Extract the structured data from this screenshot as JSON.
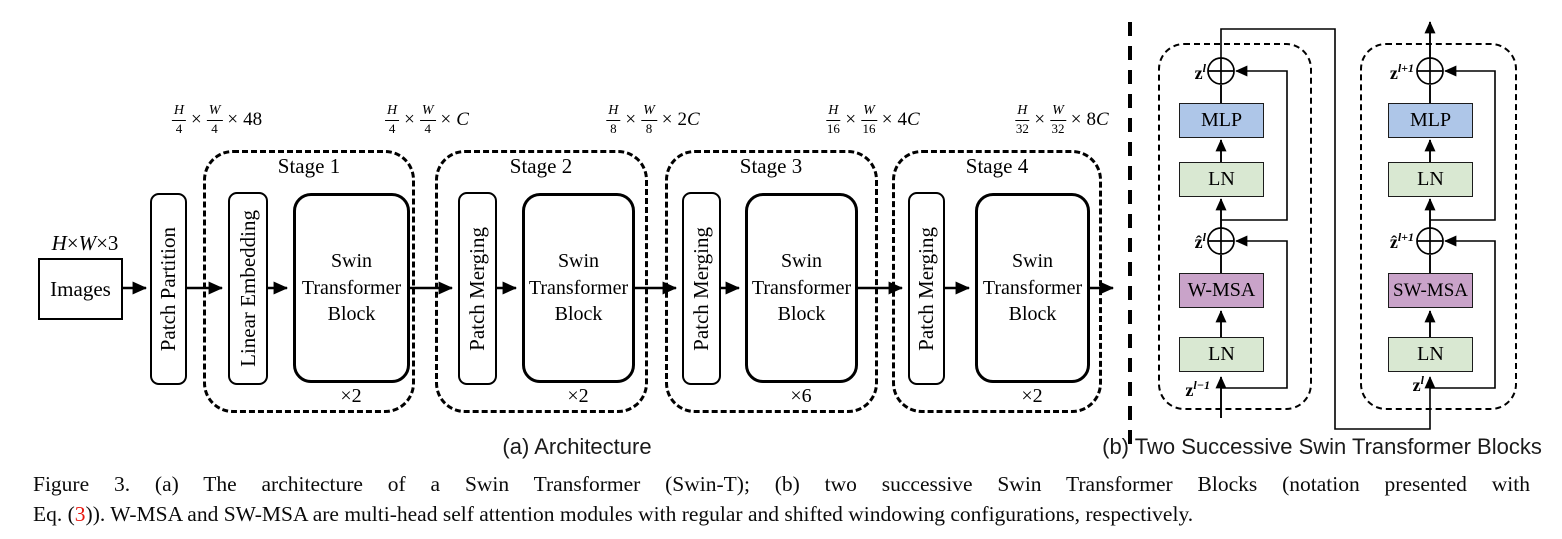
{
  "symbols": {
    "times": "×"
  },
  "architecture": {
    "caption": "(a) Architecture",
    "input_label": {
      "v1": "H",
      "v2": "W",
      "v3": "3"
    },
    "images_label": "Images",
    "patch_partition": "Patch Partition",
    "dim_labels": [
      {
        "num1": "H",
        "den1": "4",
        "num2": "W",
        "den2": "4",
        "suffix_num": "48",
        "suffix_var": ""
      },
      {
        "num1": "H",
        "den1": "4",
        "num2": "W",
        "den2": "4",
        "suffix_num": "",
        "suffix_var": "C"
      },
      {
        "num1": "H",
        "den1": "8",
        "num2": "W",
        "den2": "8",
        "suffix_num": "2",
        "suffix_var": "C"
      },
      {
        "num1": "H",
        "den1": "16",
        "num2": "W",
        "den2": "16",
        "suffix_num": "4",
        "suffix_var": "C"
      },
      {
        "num1": "H",
        "den1": "32",
        "num2": "W",
        "den2": "32",
        "suffix_num": "8",
        "suffix_var": "C"
      }
    ],
    "stages": [
      {
        "title": "Stage 1",
        "op": "Linear Embedding",
        "block": "Swin Transformer Block",
        "multiplier": "×2"
      },
      {
        "title": "Stage 2",
        "op": "Patch Merging",
        "block": "Swin Transformer Block",
        "multiplier": "×2"
      },
      {
        "title": "Stage 3",
        "op": "Patch Merging",
        "block": "Swin Transformer Block",
        "multiplier": "×6"
      },
      {
        "title": "Stage 4",
        "op": "Patch Merging",
        "block": "Swin Transformer Block",
        "multiplier": "×2"
      }
    ]
  },
  "blocks_diagram": {
    "caption": "(b) Two Successive Swin Transformer Blocks",
    "colors": {
      "mlp": "#aec6e8",
      "ln": "#d9e8d2",
      "attention": "#c9a3c9"
    },
    "blocks": [
      {
        "out_base": "z",
        "out_sup": "l",
        "mlp": "MLP",
        "ln_top": "LN",
        "mid_base": "ẑ",
        "mid_sup": "l",
        "attn": "W-MSA",
        "ln_bottom": "LN",
        "in_base": "z",
        "in_sup": "l−1"
      },
      {
        "out_base": "z",
        "out_sup": "l+1",
        "mlp": "MLP",
        "ln_top": "LN",
        "mid_base": "ẑ",
        "mid_sup": "l+1",
        "attn": "SW-MSA",
        "ln_bottom": "LN",
        "in_base": "z",
        "in_sup": "l"
      }
    ]
  },
  "figure_caption": {
    "line1": "Figure 3. (a) The architecture of a Swin Transformer (Swin-T); (b) two successive Swin Transformer Blocks (notation presented with",
    "line2_pre": "Eq. (",
    "line2_red": "3",
    "line2_post": ")). W-MSA and SW-MSA are multi-head self attention modules with regular and shifted windowing configurations, respectively."
  }
}
